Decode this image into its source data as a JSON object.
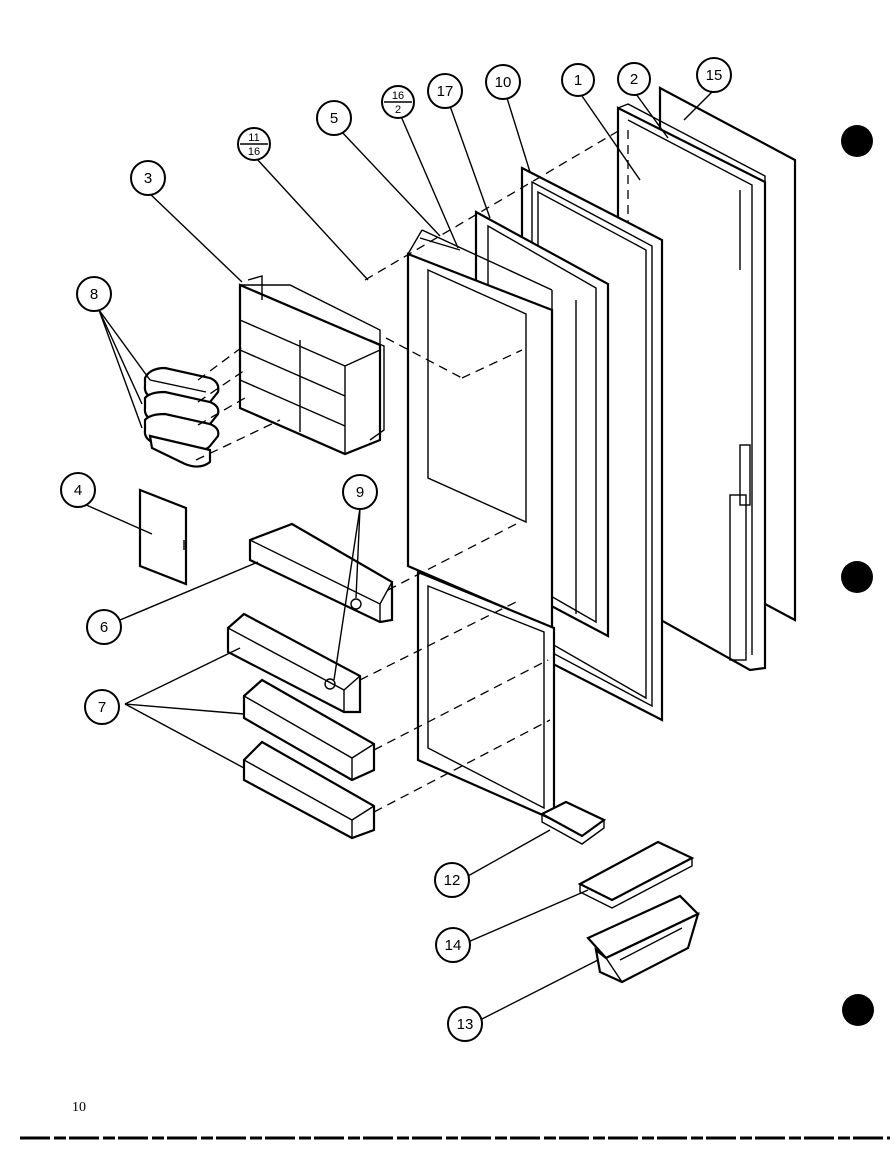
{
  "page_number": "10",
  "callouts": [
    {
      "id": "c1",
      "label": "1"
    },
    {
      "id": "c2",
      "label": "2"
    },
    {
      "id": "c3",
      "label": "3"
    },
    {
      "id": "c4",
      "label": "4"
    },
    {
      "id": "c5",
      "label": "5"
    },
    {
      "id": "c6",
      "label": "6"
    },
    {
      "id": "c7",
      "label": "7"
    },
    {
      "id": "c8",
      "label": "8"
    },
    {
      "id": "c9",
      "label": "9"
    },
    {
      "id": "c10",
      "label": "10"
    },
    {
      "id": "c12",
      "label": "12"
    },
    {
      "id": "c13",
      "label": "13"
    },
    {
      "id": "c14",
      "label": "14"
    },
    {
      "id": "c15",
      "label": "15"
    },
    {
      "id": "c17",
      "label": "17"
    }
  ],
  "fraction_callouts": [
    {
      "id": "f16",
      "top": "16",
      "bottom": "2"
    },
    {
      "id": "f11",
      "top": "11",
      "bottom": "16"
    }
  ]
}
